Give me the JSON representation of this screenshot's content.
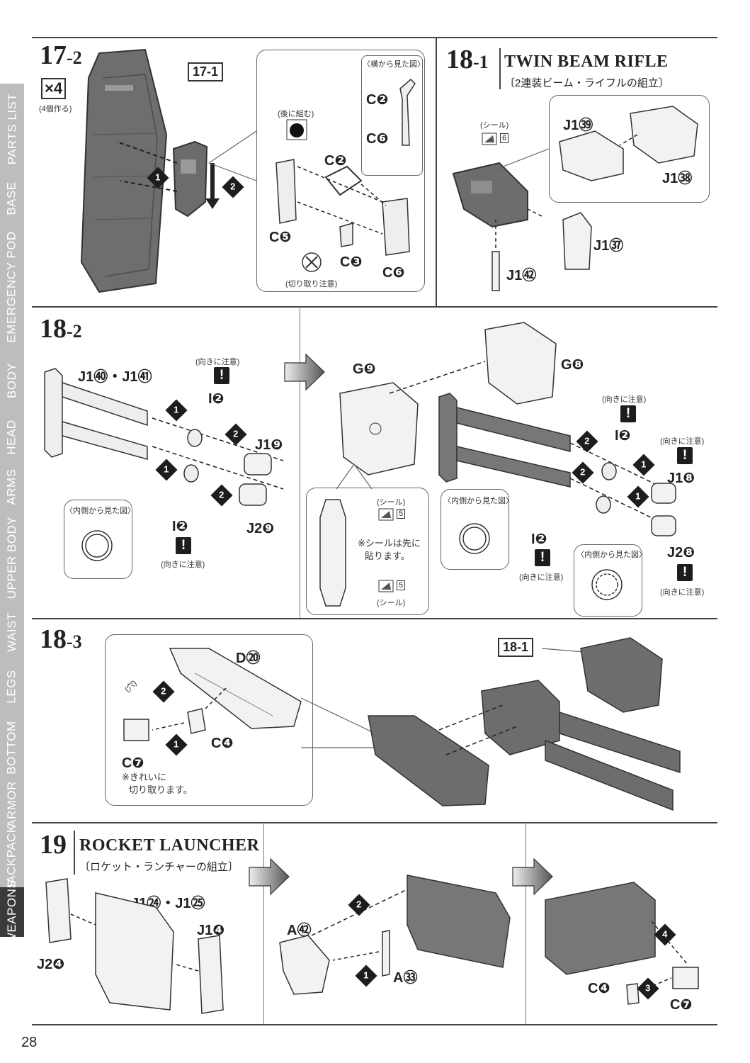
{
  "sidebar": {
    "tabs": [
      {
        "label": "PARTS LIST",
        "active": false
      },
      {
        "label": "BASE",
        "active": false
      },
      {
        "label": "EMERGENCY POD",
        "active": false
      },
      {
        "label": "BODY",
        "active": false
      },
      {
        "label": "HEAD",
        "active": false
      },
      {
        "label": "ARMS",
        "active": false
      },
      {
        "label": "UPPER BODY",
        "active": false
      },
      {
        "label": "WAIST",
        "active": false
      },
      {
        "label": "LEGS",
        "active": false
      },
      {
        "label": "BOTTOM",
        "active": false
      },
      {
        "label": "ARMOR",
        "active": false
      },
      {
        "label": "BACKPACK",
        "active": false
      },
      {
        "label": "WEAPONS",
        "active": true
      }
    ]
  },
  "step17_2": {
    "num_main": "17",
    "num_sub": "-2",
    "qty": "×4",
    "qty_note": "(4個作る)",
    "ref": "17-1",
    "seq1": "1",
    "seq2": "2",
    "callout": {
      "side_view": "〈横から見た図〉",
      "assemble_later": "(後に組む)",
      "cut_note": "(切り取り注意)",
      "parts": {
        "c2_top": "C❷",
        "c6_side": "C❻",
        "c2": "C❷",
        "c5": "C❺",
        "c3": "C❸",
        "c6": "C❻"
      }
    }
  },
  "step18_1": {
    "num_main": "18",
    "num_sub": "-1",
    "title": "TWIN BEAM RIFLE",
    "subtitle": "〔2連装ビーム・ライフルの組立〕",
    "seal": "(シール)",
    "seal_num": "6",
    "parts": {
      "j139": "J1㊴",
      "j138": "J1㊳",
      "j137": "J1㊲",
      "j142": "J1㊷"
    }
  },
  "step18_2": {
    "num_main": "18",
    "num_sub": "-2",
    "left": {
      "parts_top": "J1㊵・J1㊶",
      "i2_top": "I❷",
      "i2_bottom": "I❷",
      "j19": "J1❾",
      "j29": "J2❾",
      "caution": "(向きに注意)",
      "inside_view": "〈内側から見た図〉",
      "warn": "!",
      "seq1": "1",
      "seq2": "2"
    },
    "right": {
      "g9": "G❾",
      "g8": "G❽",
      "i2_top": "I❷",
      "i2_bottom": "I❷",
      "j18": "J1❽",
      "j28": "J2❽",
      "caution": "(向きに注意)",
      "inside_view": "〈内側から見た図〉",
      "seal": "(シール)",
      "seal_num": "5",
      "seal_note_1": "※シールは先に",
      "seal_note_2": "貼ります。",
      "warn": "!",
      "seq1": "1",
      "seq2": "2"
    }
  },
  "step18_3": {
    "num_main": "18",
    "num_sub": "-3",
    "ref": "18-1",
    "parts": {
      "d20": "D⑳",
      "c4": "C❹",
      "c7": "C❼"
    },
    "cut_note_1": "※きれいに",
    "cut_note_2": "切り取ります。",
    "hole_label": "(穴)",
    "seq1": "1",
    "seq2": "2"
  },
  "step19": {
    "num": "19",
    "title": "ROCKET LAUNCHER",
    "subtitle": "〔ロケット・ランチャーの組立〕",
    "parts": {
      "j124_125": "J1㉔・J1㉕",
      "j14": "J1❹",
      "j24": "J2❹",
      "a42": "A㊷",
      "a33": "A㉝",
      "c4": "C❹",
      "c7": "C❼"
    },
    "seq1": "1",
    "seq2": "2",
    "seq3": "3",
    "seq4": "4"
  },
  "page_number": "28"
}
